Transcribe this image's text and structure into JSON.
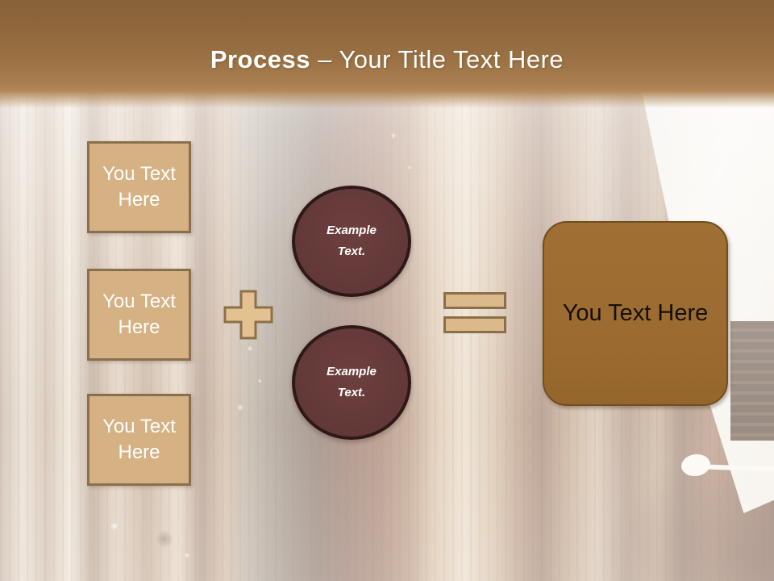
{
  "header": {
    "title_bold": "Process",
    "title_rest": " – Your Title Text Here"
  },
  "left_boxes": [
    {
      "label": "You Text Here"
    },
    {
      "label": "You Text Here"
    },
    {
      "label": "You Text Here"
    }
  ],
  "circles": [
    {
      "line1": "Example",
      "line2": "Text."
    },
    {
      "line1": "Example",
      "line2": "Text."
    }
  ],
  "result_box": {
    "label": "You Text Here"
  },
  "icons": {
    "plus": "plus-icon",
    "equals": "equals-icon"
  },
  "colors": {
    "header_brown_dark": "#89613a",
    "header_brown_light": "#b28859",
    "square_fill": "#d5b183",
    "square_border": "#8a6f4e",
    "operator_fill": "#e4c190",
    "operator_border": "#8a6f4a",
    "circle_fill": "#653a3a",
    "circle_border": "#2d1a18",
    "result_fill": "#9c6b31",
    "result_border": "#6f4e20",
    "title_text": "#ffffff",
    "square_text": "#ffffff",
    "circle_text": "#ffffff",
    "result_text": "#151004"
  }
}
